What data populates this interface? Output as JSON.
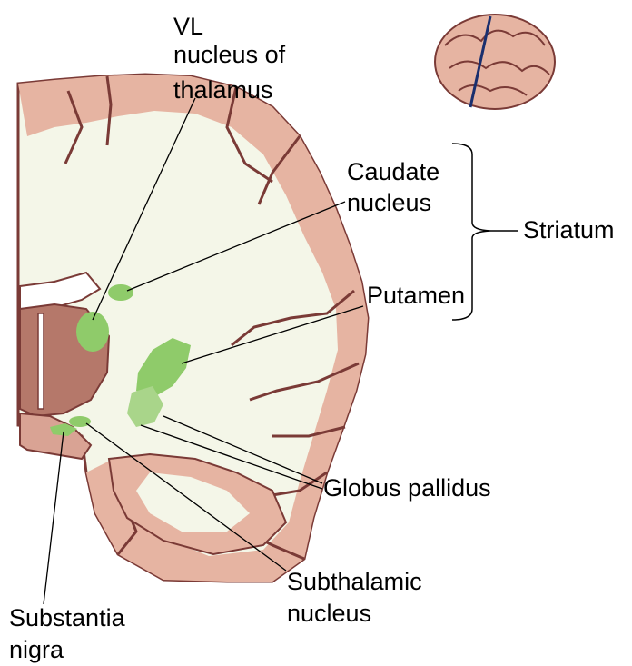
{
  "labels": {
    "vl_line1": "VL",
    "vl_line2": "nucleus of",
    "vl_line3": "thalamus",
    "caudate_line1": "Caudate",
    "caudate_line2": "nucleus",
    "striatum": "Striatum",
    "putamen": "Putamen",
    "globus": "Globus pallidus",
    "subthal_line1": "Subthalamic",
    "subthal_line2": "nucleus",
    "substantia_line1": "Substantia",
    "substantia_line2": "nigra"
  },
  "colors": {
    "white_matter": "#f4f6e8",
    "gray_matter": "#e6b4a2",
    "dark_edge": "#7a3a36",
    "highlight_green": "#8fcb6a",
    "ventricle": "#ffffff",
    "line": "#000000"
  }
}
